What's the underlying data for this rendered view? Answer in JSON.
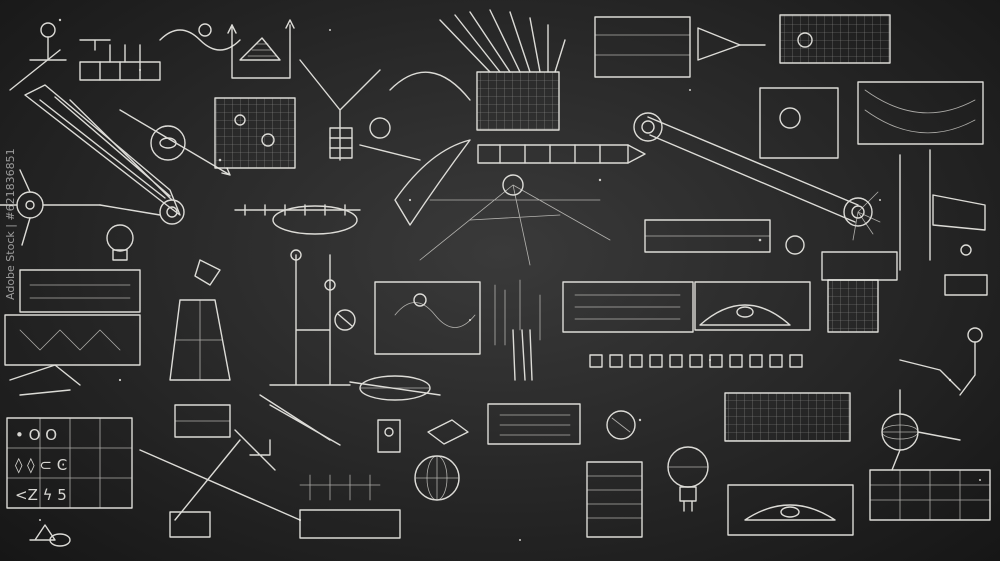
{
  "watermark": {
    "text": "Adobe Stock | #621836851",
    "render": "vertical text at left edge"
  },
  "scene": {
    "subject": "chalkboard covered in hand-drawn engineering and science doodles",
    "background_color": "#2b2b2b",
    "chalk_color": "#ecebe6"
  },
  "glyph_rows": {
    "row1": "• O O",
    "row2": "◊ ◊ ⊂ Ͼ",
    "row3": "<Z ϟ 5"
  }
}
